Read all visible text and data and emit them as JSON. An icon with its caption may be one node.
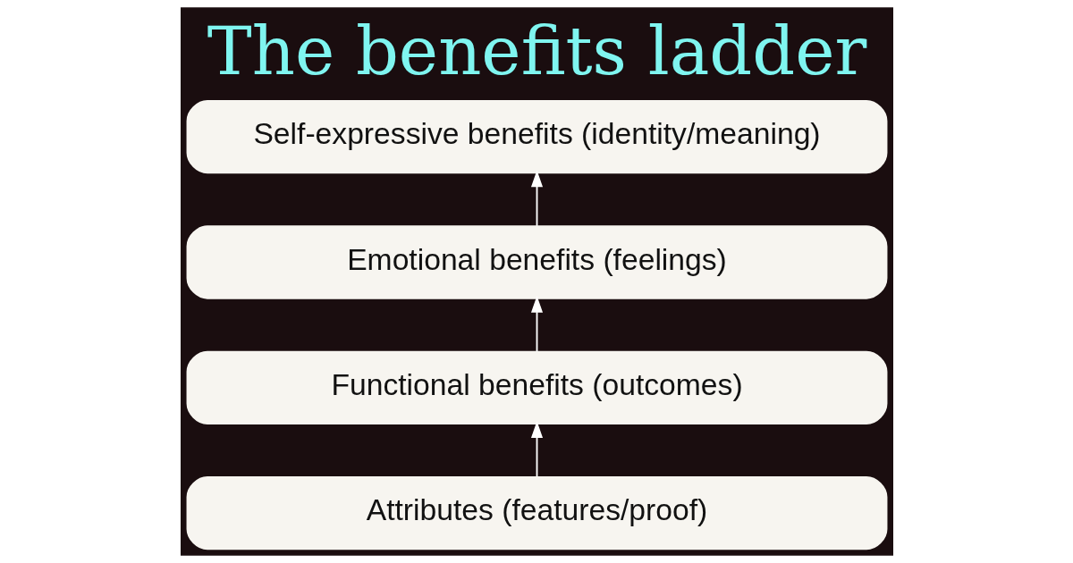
{
  "diagram": {
    "title": "The benefits ladder",
    "nodes": [
      {
        "text": [
          "Self-expressive benefits (identity/meaning)"
        ]
      },
      {
        "text": [
          "Emotional benefits (feelings)"
        ]
      },
      {
        "text": [
          "Functional benefits (outcomes)"
        ]
      },
      {
        "text": [
          "Attributes (features/proof)"
        ]
      }
    ],
    "edges": [
      {
        "from": 3,
        "to": 2,
        "arrow": "to"
      },
      {
        "from": 2,
        "to": 1,
        "arrow": "to"
      },
      {
        "from": 1,
        "to": 0,
        "arrow": "to"
      }
    ]
  }
}
